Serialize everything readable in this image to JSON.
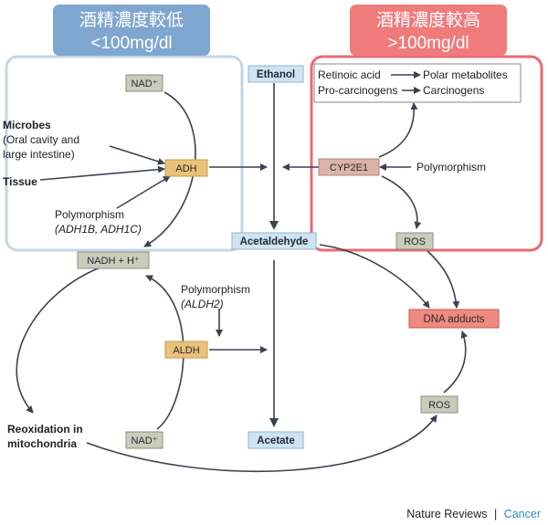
{
  "headers": {
    "low": {
      "line1": "酒精濃度較低",
      "line2": "<100mg/dl"
    },
    "high": {
      "line1": "酒精濃度較高",
      "line2": ">100mg/dl"
    }
  },
  "nodes": {
    "ethanol": "Ethanol",
    "acetaldehyde": "Acetaldehyde",
    "acetate": "Acetate",
    "adh": "ADH",
    "aldh": "ALDH",
    "cyp2e1": "CYP2E1",
    "nad_top": "NAD⁺",
    "nadh": "NADH + H⁺",
    "nad_bottom": "NAD⁺",
    "ros_top": "ROS",
    "ros_bottom": "ROS",
    "dna_adducts": "DNA adducts"
  },
  "retinoic_box": {
    "line1_left": "Retinoic acid",
    "line1_right": "Polar metabolites",
    "line2_left": "Pro-carcinogens",
    "line2_right": "Carcinogens"
  },
  "labels": {
    "microbes_1": "Microbes",
    "microbes_2": "(Oral cavity and",
    "microbes_3": "large intestine)",
    "tissue": "Tissue",
    "poly_adh_1": "Polymorphism",
    "poly_adh_2": "(ADH1B, ADH1C)",
    "poly_aldh_1": "Polymorphism",
    "poly_aldh_2": "(ALDH2)",
    "poly_cyp": "Polymorphism",
    "reox_1": "Reoxidation in",
    "reox_2": "mitochondria"
  },
  "footer": {
    "journal": "Nature Reviews",
    "separator": "|",
    "section": "Cancer"
  },
  "colors": {
    "low_header": "#7fa6cf",
    "high_header": "#ef7b7b",
    "low_frame": "#c3d6e6",
    "high_frame": "#e96b73",
    "blue_box": "#cfe3f1",
    "blue_box_border": "#8fb6d3",
    "orange_box": "#e9c27a",
    "orange_box_border": "#c79a44",
    "grey_box": "#c9cbbb",
    "grey_box_border": "#8e917c",
    "pink_box": "#dcb3a8",
    "pink_box_border": "#b28477",
    "dna_box": "#ef8a80",
    "dna_box_border": "#c75b52",
    "arrow": "#3a4150",
    "footer_accent": "#2a8fb8"
  }
}
